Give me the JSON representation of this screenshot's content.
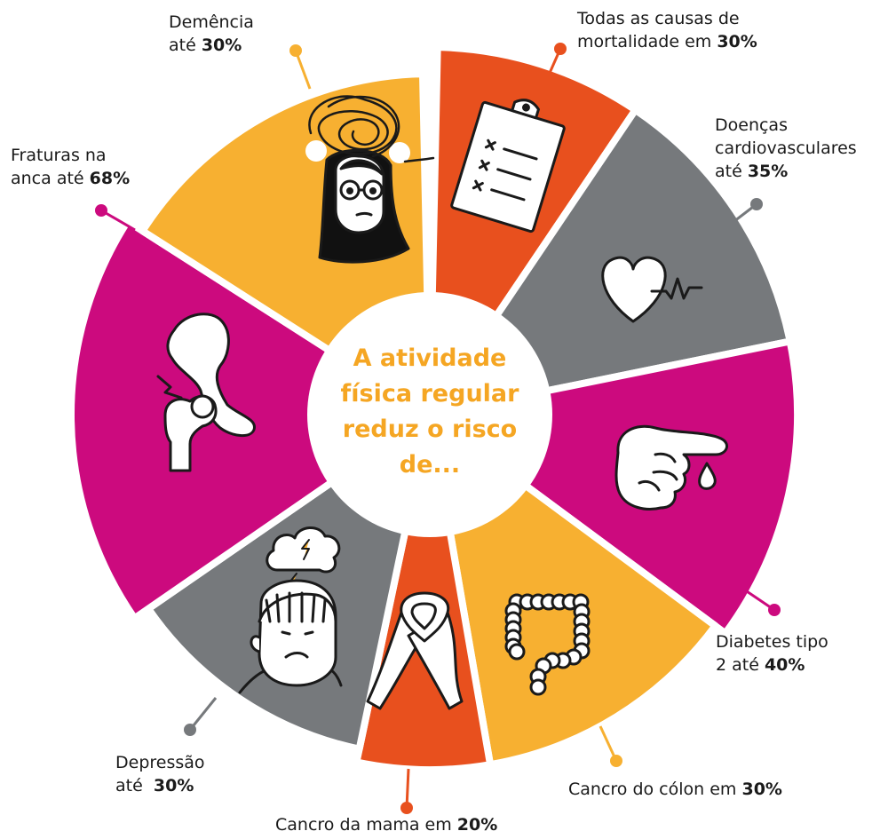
{
  "colors": {
    "orange": "#e8501e",
    "gray": "#76797c",
    "magenta": "#cc0a7e",
    "yellow": "#f7b031",
    "center_text": "#f5a623"
  },
  "center": {
    "line1": "A atividade",
    "line2": "física regular",
    "line3": "reduz o risco",
    "line4": "de..."
  },
  "segments": [
    {
      "id": "mortalidade",
      "icon": "checklist-clipboard-icon",
      "line1": "Todas as causas de",
      "line2_pre": "mortalidade em ",
      "value": "30%"
    },
    {
      "id": "cardio",
      "icon": "heart-pulse-icon",
      "line1": "Doenças",
      "line2": "cardiovasculares",
      "line3_pre": "até ",
      "value": "35%"
    },
    {
      "id": "diabetes",
      "icon": "finger-blood-drop-icon",
      "line1": "Diabetes tipo",
      "line2_pre": "2 até ",
      "value": "40%"
    },
    {
      "id": "colon",
      "icon": "colon-intestine-icon",
      "line1_pre": "Cancro do cólon em ",
      "value": "30%"
    },
    {
      "id": "mama",
      "icon": "awareness-ribbon-icon",
      "line1_pre": "Cancro da mama em ",
      "value": "20%"
    },
    {
      "id": "depressao",
      "icon": "sad-person-storm-cloud-icon",
      "line1": "Depressão",
      "line2_pre": "até  ",
      "value": "30%"
    },
    {
      "id": "fraturas",
      "icon": "hip-fracture-icon",
      "line1": "Fraturas na",
      "line2_pre": "anca até ",
      "value": "68%"
    },
    {
      "id": "demencia",
      "icon": "confused-person-scribble-icon",
      "line1": "Demência",
      "line2_pre": "até ",
      "value": "30%"
    }
  ]
}
